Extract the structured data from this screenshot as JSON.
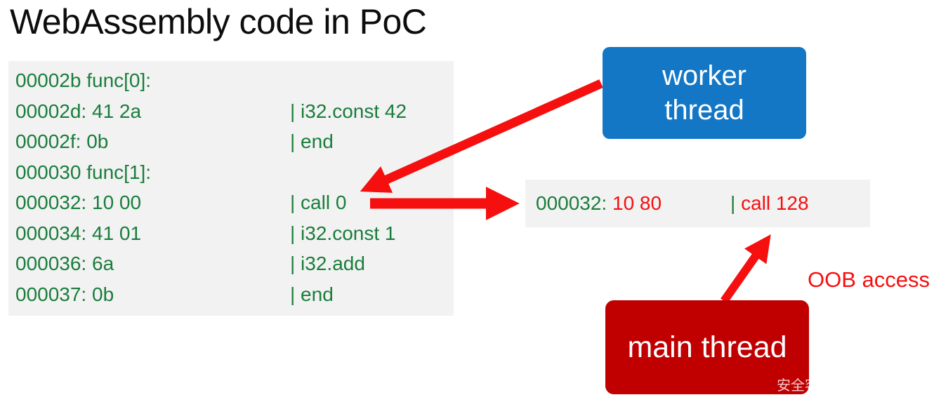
{
  "title": "WebAssembly code in PoC",
  "code_block": {
    "lines": [
      {
        "left": "00002b func[0]:",
        "right": ""
      },
      {
        "left": "00002d: 41 2a",
        "right": "| i32.const 42"
      },
      {
        "left": "00002f: 0b",
        "right": "| end"
      },
      {
        "left": "000030 func[1]:",
        "right": ""
      },
      {
        "left": "000032: 10 00",
        "right": "| call 0"
      },
      {
        "left": "000034: 41 01",
        "right": "| i32.const 1"
      },
      {
        "left": "000036: 6a",
        "right": "| i32.add"
      },
      {
        "left": "000037: 0b",
        "right": "| end"
      }
    ]
  },
  "patched_line": {
    "addr": "000032: ",
    "bytes": "10 80",
    "pipe": "| ",
    "disasm": "call 128"
  },
  "worker_box": {
    "line1": "worker",
    "line2": "thread"
  },
  "main_box": {
    "label": "main thread"
  },
  "oob_label": "OOB access",
  "watermark": "安全客",
  "colors": {
    "code_green": "#1a7d3c",
    "highlight_red": "#f50f0f",
    "arrow_red": "#f50f0f",
    "worker_blue": "#1377c6",
    "main_dark_red": "#c00000",
    "block_gray": "#f2f2f2",
    "title_black": "#0d0d0d"
  }
}
